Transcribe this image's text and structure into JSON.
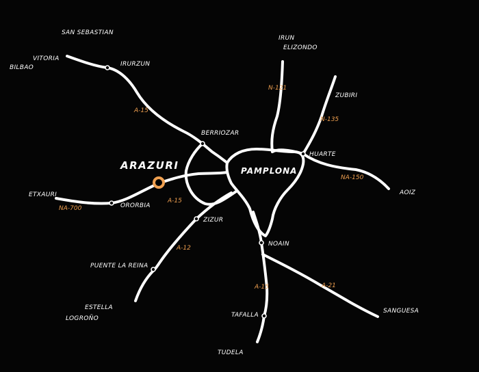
{
  "colors": {
    "background": "#050505",
    "road": "#ffffff",
    "road_label": "#f0a050",
    "highlight": "#f0a050"
  },
  "places": {
    "san_sebastian": "SAN SEBASTIAN",
    "vitoria": "VITORIA",
    "bilbao": "BILBAO",
    "irurzun": "IRURZUN",
    "irun": "IRUN",
    "elizondo": "ELIZONDO",
    "zubiri": "ZUBIRI",
    "berriozar": "BERRIOZAR",
    "huarte": "HUARTE",
    "pamplona": "PAMPLONA",
    "arazuri": "ARAZURI",
    "etxauri": "ETXAURI",
    "ororbia": "ORORBIA",
    "aoiz": "AOIZ",
    "zizur": "ZIZUR",
    "noain": "NOAIN",
    "puente_la_reina": "PUENTE LA REINA",
    "estella": "ESTELLA",
    "logrono": "LOGROÑO",
    "tafalla": "TAFALLA",
    "sanguesa": "SANGUESA",
    "tudela": "TUDELA"
  },
  "roads": {
    "a15_north": "A-15",
    "n121": "N-121",
    "n135": "N-135",
    "na150": "NA-150",
    "na700": "NA-700",
    "a15_west": "A-15",
    "a12": "A-12",
    "a15_south": "A-15",
    "a21": "A-21"
  }
}
